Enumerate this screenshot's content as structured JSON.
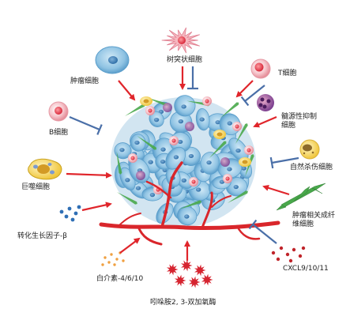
{
  "labels": {
    "tumor_cell": "肿瘤细胞",
    "dendritic_cell": "树突状细胞",
    "t_cell": "T细胞",
    "mdsc": "髓源性抑制细胞",
    "b_cell": "B细胞",
    "nk_cell": "自然杀伤细胞",
    "macrophage": "巨噬细胞",
    "caf": "肿瘤相关成纤维细胞",
    "tgf_beta": "转化生长因子-β",
    "interleukin": "白介素-4/6/10",
    "ido": "吲哚胺2, 3-双加氧酶",
    "cxcl": "CXCL9/10/11"
  },
  "colors": {
    "promote_arrow": "#e0252b",
    "inhibit_arrow": "#4a6fa8",
    "tumor_cell": "#8fc3e3",
    "vessel": "#d9262b",
    "fibroblast": "#49a84b"
  }
}
